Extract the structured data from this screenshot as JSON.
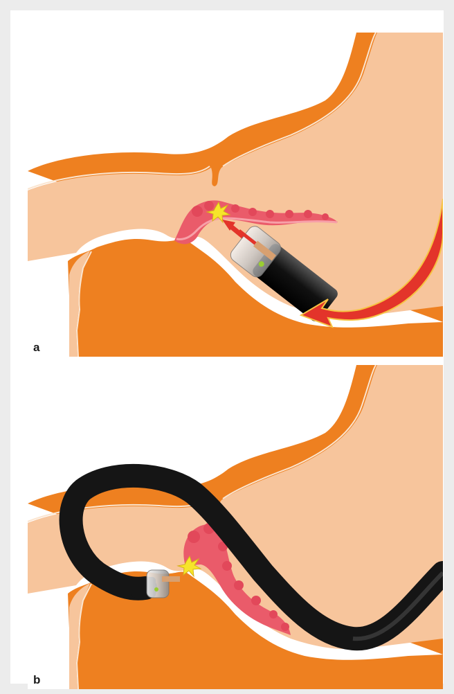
{
  "panels": [
    {
      "id": "a",
      "label": "a"
    },
    {
      "id": "b",
      "label": "b"
    }
  ],
  "colors": {
    "wall": "#ee8020",
    "lumen": "#f7c59c",
    "mucosa_line": "#fbe5d0",
    "lesion": "#ea5b6a",
    "arrow": "#e3342a",
    "arrow_outline": "#f6c343",
    "scope": "#1a1a1a",
    "spark": "#f6e52a"
  }
}
